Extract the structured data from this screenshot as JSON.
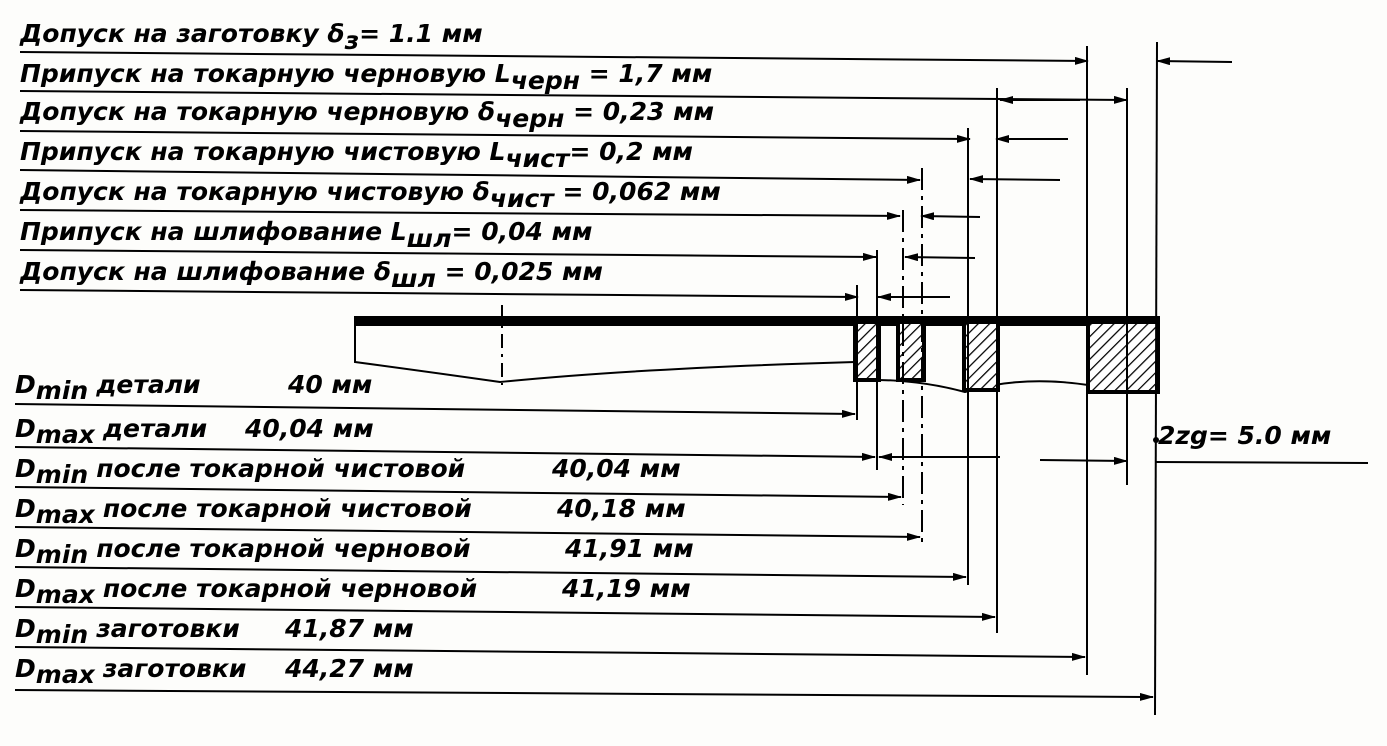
{
  "top_labels": [
    {
      "main": "Допуск на заготовку δ",
      "sub": "з",
      "value": "= 1.1 мм"
    },
    {
      "main": "Припуск на токарную черновую L",
      "sub": "черн",
      "value": " = 1,7 мм"
    },
    {
      "main": "Допуск на токарную черновую δ",
      "sub": "черн",
      "value": " = 0,23 мм"
    },
    {
      "main": "Припуск на токарную чистовую L",
      "sub": "чист",
      "value": "= 0,2 мм"
    },
    {
      "main": "Допуск на токарную чистовую δ",
      "sub": "чист",
      "value": " = 0,062 мм"
    },
    {
      "main": "Припуск на шлифование L",
      "sub": "шл",
      "value": "= 0,04 мм"
    },
    {
      "main": "Допуск на шлифование δ",
      "sub": "шл",
      "value": " = 0,025 мм"
    }
  ],
  "bottom_labels": [
    {
      "main": "D",
      "sub": "min",
      "text": "детали",
      "value": "40 мм"
    },
    {
      "main": "D",
      "sub": "max",
      "text": "детали",
      "value": "40,04 мм"
    },
    {
      "main": "D",
      "sub": "min",
      "text": "после токарной чистовой",
      "value": "40,04 мм"
    },
    {
      "main": "D",
      "sub": "max",
      "text": "после токарной чистовой",
      "value": "40,18 мм"
    },
    {
      "main": "D",
      "sub": "min",
      "text": "после токарной черновой",
      "value": "41,91 мм"
    },
    {
      "main": "D",
      "sub": "max",
      "text": "после токарной черновой",
      "value": "41,19 мм"
    },
    {
      "main": "D",
      "sub": "min",
      "text": "заготовки",
      "value": "41,87 мм"
    },
    {
      "main": "D",
      "sub": "max",
      "text": "заготовки",
      "value": "44,27 мм"
    }
  ],
  "total_allowance": "2zg= 5.0 мм"
}
